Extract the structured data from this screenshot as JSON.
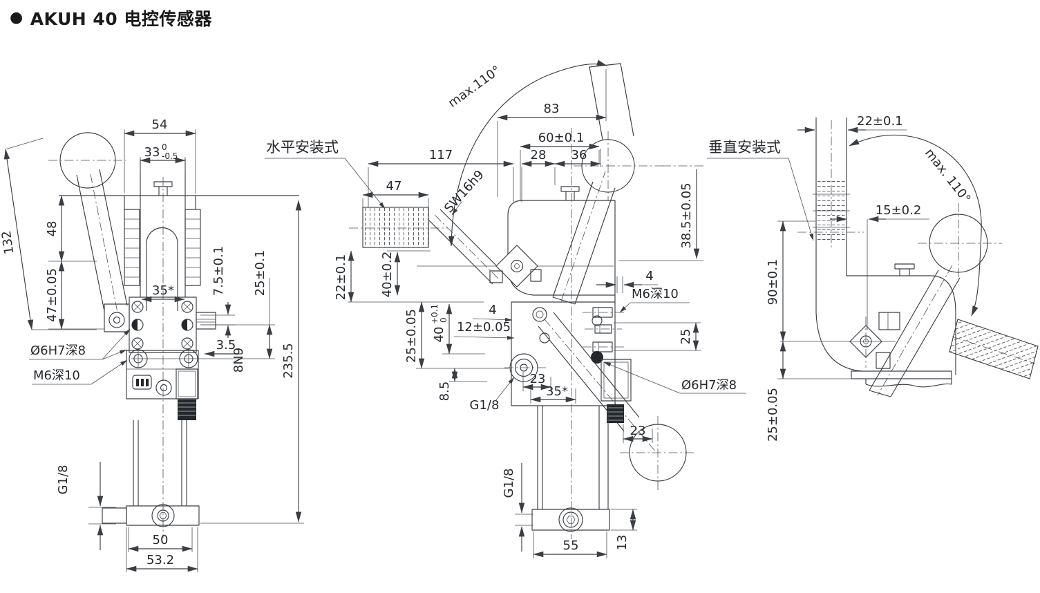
{
  "title": {
    "bullet": "●",
    "text": "AKUH 40 电控传感器"
  },
  "front": {
    "d54": "54",
    "d33": "33",
    "d33_hi": "0",
    "d33_lo": "-0.5",
    "d132": "132",
    "d48": "48",
    "d47": "47±0.05",
    "d35": "35*",
    "d7_5": "7.5±0.1",
    "d25": "25±0.1",
    "hole_label": "Ø6H7深8",
    "thread_label": "M6深10",
    "d3_5": "3.5",
    "d8n9": "8N9",
    "d235_5": "235.5",
    "port_label": "G1/8",
    "d50": "50",
    "d53_2": "53.2"
  },
  "side": {
    "mount_label": "水平安装式",
    "max_angle": "max.110°",
    "d83": "83",
    "d60": "60±0.1",
    "d117": "117",
    "d28": "28",
    "d36": "36",
    "d47": "47",
    "sw": "SW16h9",
    "d38_5": "38.5±0.05",
    "d22": "22±0.1",
    "d40a": "40±0.2",
    "d25a": "25±0.05",
    "d40b": "40",
    "d40b_hi": "+0.1",
    "d40b_lo": "0",
    "d12": "12±0.05",
    "d4a": "4",
    "d4b": "4",
    "thread_label": "M6深10",
    "d25b": "25",
    "d8_5": "8.5",
    "port_label": "G1/8",
    "d23a": "23",
    "d35": "35*",
    "hole_label": "Ø6H7深8",
    "d23b": "23",
    "port_bottom_label": "G1/8",
    "d55": "55",
    "d13": "13"
  },
  "rightv": {
    "mount_label": "垂直安装式",
    "d22": "22±0.1",
    "max_angle": "max. 110°",
    "d15": "15±0.2",
    "d90": "90±0.1",
    "d25": "25±0.05"
  }
}
